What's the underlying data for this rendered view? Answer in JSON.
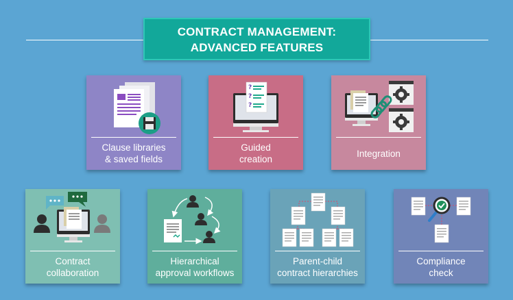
{
  "title": {
    "line1": "CONTRACT MANAGEMENT:",
    "line2": "ADVANCED FEATURES"
  },
  "colors": {
    "background": "#5ba5d3",
    "title_box": "#12a89a",
    "clause": "#8e85c6",
    "guided": "#c86d86",
    "integration": "#c7889e",
    "collaboration": "#7fbfb2",
    "hierarchical": "#5fae9c",
    "parent_child": "#6aa3b8",
    "compliance": "#7185b8"
  },
  "features": [
    {
      "id": "clause",
      "icon": "document-stack-floppy-icon",
      "line1": "Clause libraries",
      "line2": "& saved fields"
    },
    {
      "id": "guided",
      "icon": "monitor-questions-icon",
      "line1": "Guided",
      "line2": "creation"
    },
    {
      "id": "integration",
      "icon": "monitor-chain-gears-icon",
      "line1": "Integration",
      "line2": ""
    },
    {
      "id": "collaboration",
      "icon": "people-monitor-chat-icon",
      "line1": "Contract",
      "line2": "collaboration"
    },
    {
      "id": "hierarchical",
      "icon": "approval-workflow-icon",
      "line1": "Hierarchical",
      "line2": "approval workflows"
    },
    {
      "id": "parent_child",
      "icon": "document-tree-icon",
      "line1": "Parent-child",
      "line2": "contract hierarchies"
    },
    {
      "id": "compliance",
      "icon": "magnifier-check-icon",
      "line1": "Compliance",
      "line2": "check"
    }
  ]
}
